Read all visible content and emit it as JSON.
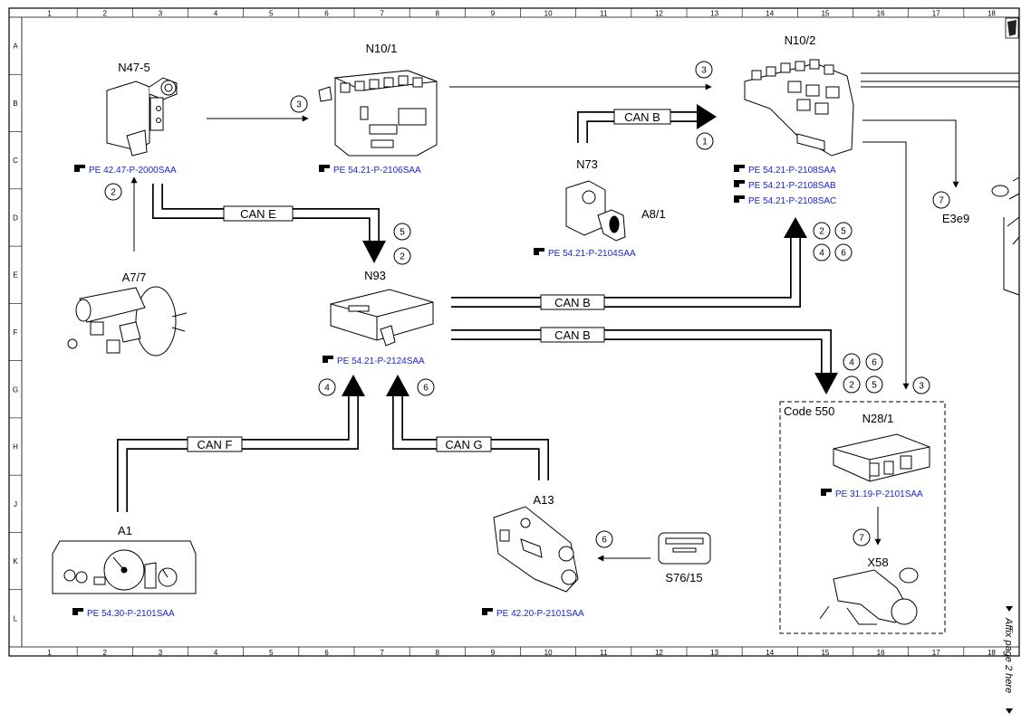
{
  "grid": {
    "columns": [
      "1",
      "2",
      "3",
      "4",
      "5",
      "6",
      "7",
      "8",
      "9",
      "10",
      "11",
      "12",
      "13",
      "14",
      "15",
      "16",
      "17",
      "18"
    ],
    "rows": [
      "A",
      "B",
      "C",
      "D",
      "E",
      "F",
      "G",
      "H",
      "J",
      "K",
      "L"
    ]
  },
  "components": {
    "n47_5": {
      "label": "N47-5",
      "ref": "PE 42.47-P-2000SAA"
    },
    "n10_1": {
      "label": "N10/1",
      "ref": "PE 54.21-P-2106SAA"
    },
    "n10_2": {
      "label": "N10/2",
      "refs": [
        "PE 54.21-P-2108SAA",
        "PE 54.21-P-2108SAB",
        "PE 54.21-P-2108SAC"
      ]
    },
    "n73": {
      "label": "N73"
    },
    "a8_1": {
      "label": "A8/1",
      "ref": "PE 54.21-P-2104SAA"
    },
    "e3e9": {
      "label": "E3e9"
    },
    "a7_7": {
      "label": "A7/7"
    },
    "n93": {
      "label": "N93",
      "ref": "PE 54.21-P-2124SAA"
    },
    "n28_1": {
      "label": "N28/1",
      "ref": "PE 31.19-P-2101SAA"
    },
    "code550": {
      "label": "Code 550"
    },
    "x58": {
      "label": "X58"
    },
    "a1": {
      "label": "A1",
      "ref": "PE 54.30-P-2101SAA"
    },
    "a13": {
      "label": "A13",
      "ref": "PE 42.20-P-2101SAA"
    },
    "s76_15": {
      "label": "S76/15"
    }
  },
  "buses": {
    "can_e": "CAN E",
    "can_b_top": "CAN B",
    "can_b_mid": "CAN B",
    "can_b_low": "CAN B",
    "can_f": "CAN F",
    "can_g": "CAN G"
  },
  "markers": {
    "m_n47_n101": "3",
    "m_n101_n102": "3",
    "m_can_b_top": "1",
    "m_a77": "2",
    "m_n93_a": "5",
    "m_n93_b": "2",
    "m_n102_a": "2",
    "m_n102_b": "5",
    "m_n102_c": "4",
    "m_n102_d": "6",
    "m_e3e9": "7",
    "m_canf": "4",
    "m_cang": "6",
    "m_n281_a": "4",
    "m_n281_b": "6",
    "m_n281_c": "2",
    "m_n281_d": "5",
    "m_n281_e": "3",
    "m_x58": "7",
    "m_a13": "6"
  },
  "side_note": "Affix page 2 here"
}
